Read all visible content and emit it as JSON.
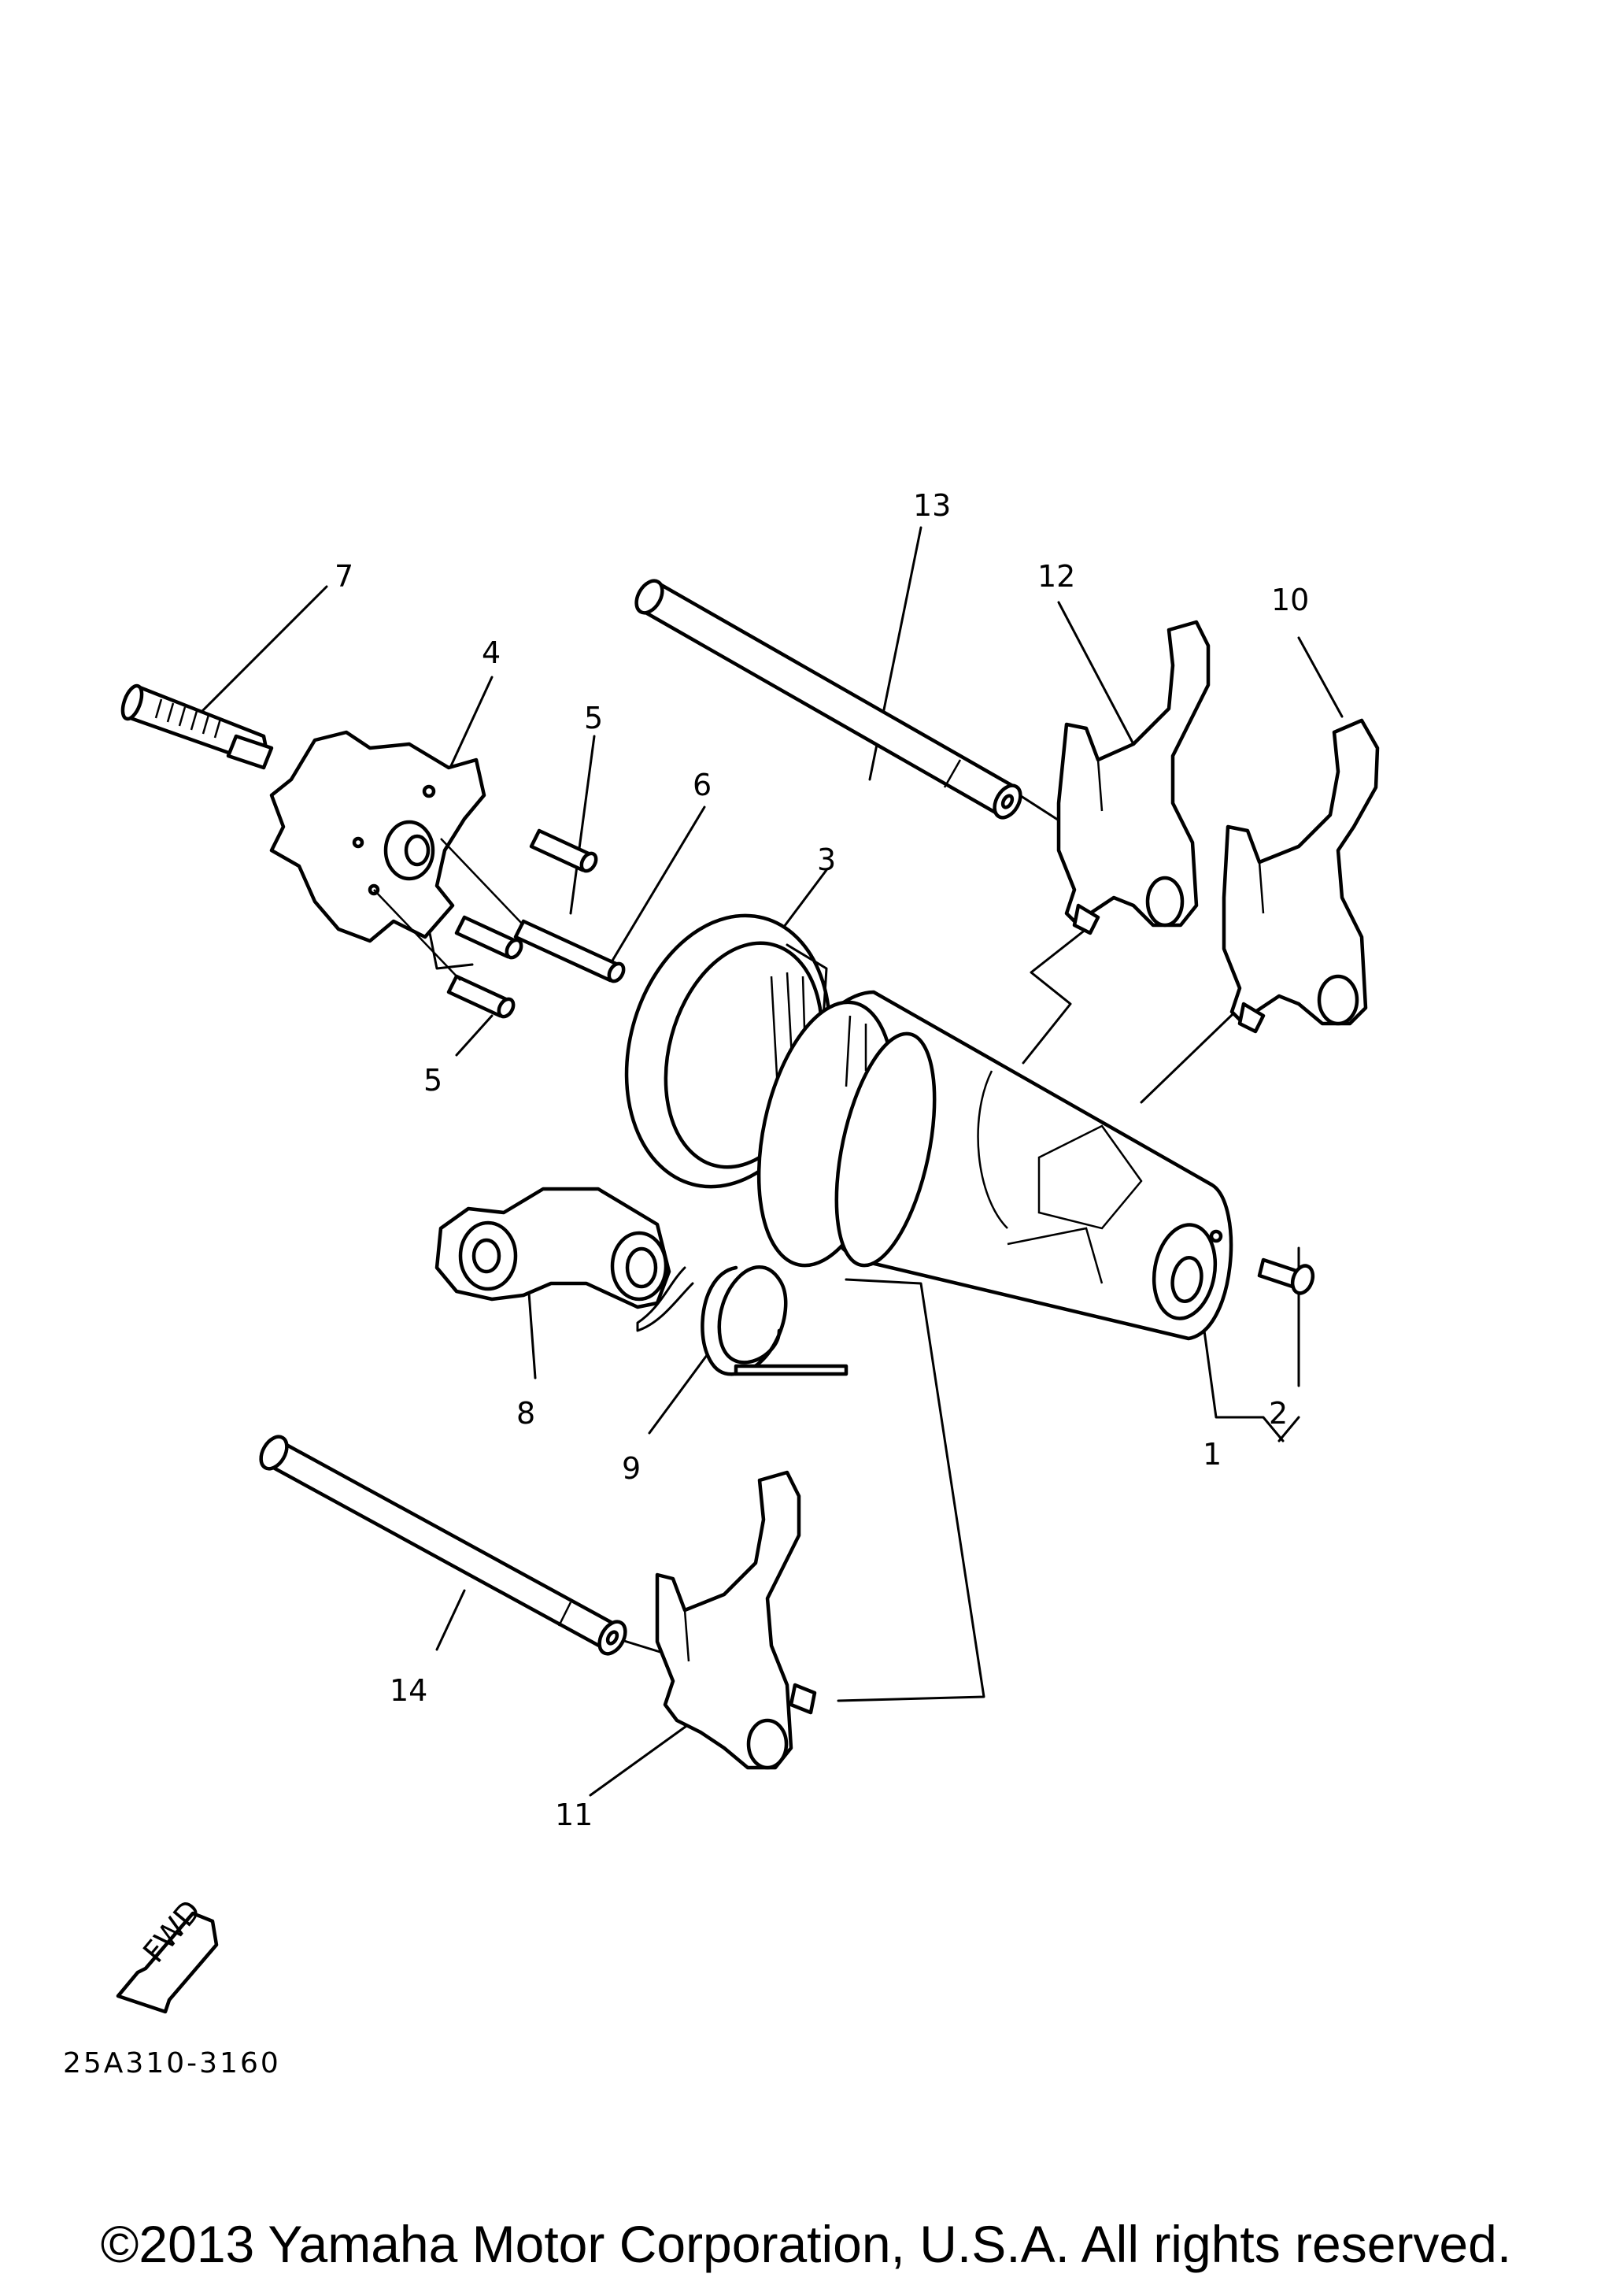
{
  "callouts": [
    "1",
    "2",
    "3",
    "4",
    "5",
    "5",
    "6",
    "7",
    "8",
    "9",
    "10",
    "11",
    "12",
    "13",
    "14"
  ],
  "fwd_label": "FWD",
  "diagram_code": "25A310-3160",
  "copyright": "©2013 Yamaha Motor Corporation, U.S.A. All rights reserved."
}
